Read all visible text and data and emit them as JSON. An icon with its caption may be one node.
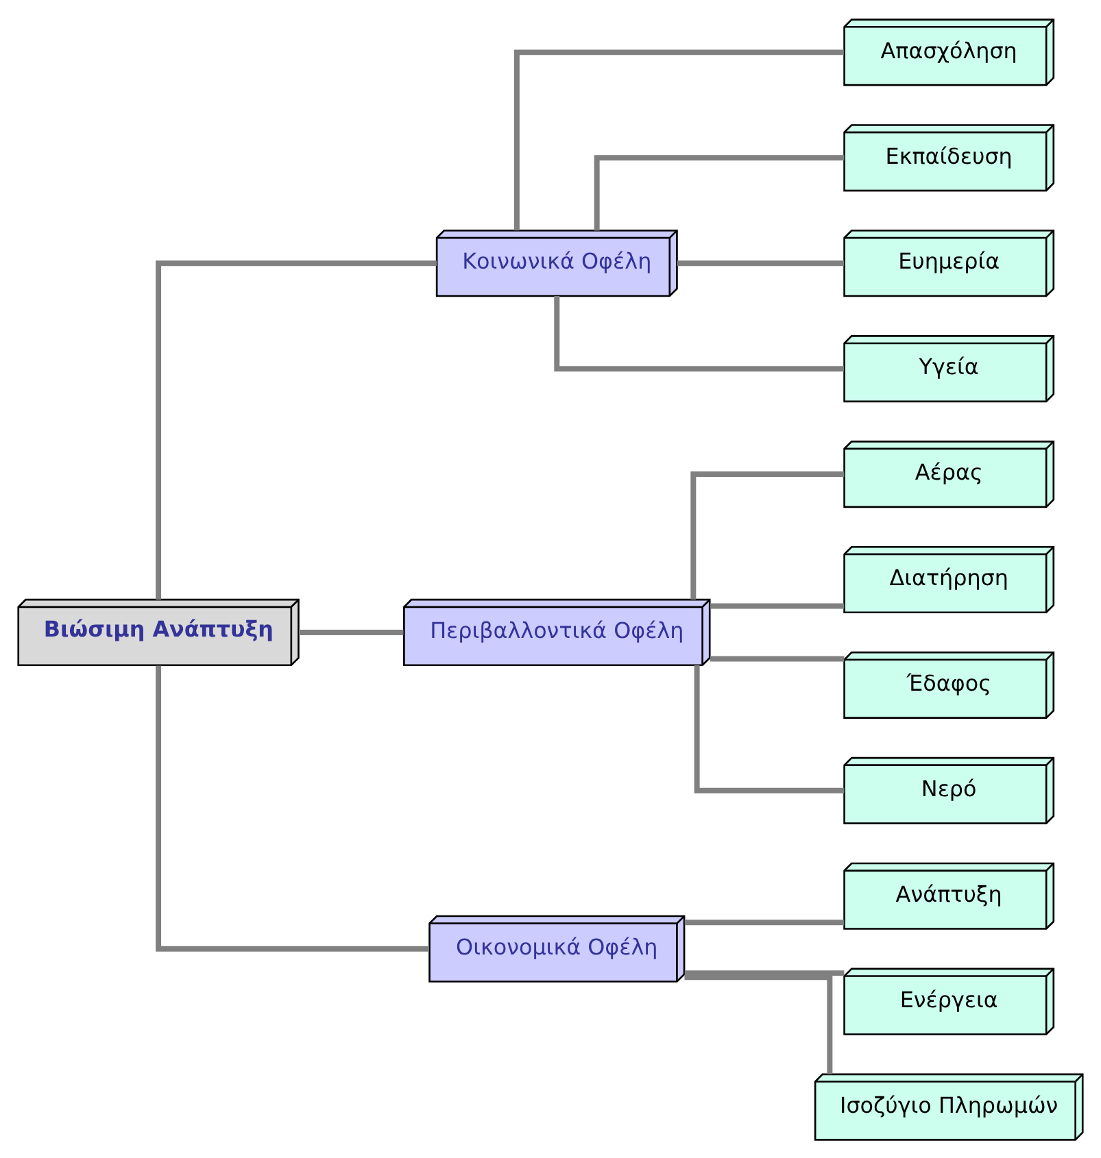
{
  "diagram": {
    "nodes": [
      {
        "text": [
          "Βιώσιμη Ανάπτυξη"
        ]
      },
      {
        "text": [
          "Κοινωνικά Οφέλη"
        ]
      },
      {
        "text": [
          "Απασχόληση"
        ]
      },
      {
        "text": [
          "Εκπαίδευση"
        ]
      },
      {
        "text": [
          "Ευημερία"
        ]
      },
      {
        "text": [
          "Υγεία"
        ]
      },
      {
        "text": [
          "Περιβαλλοντικά Οφέλη"
        ]
      },
      {
        "text": [
          "Αέρας"
        ]
      },
      {
        "text": [
          "Διατήρηση"
        ]
      },
      {
        "text": [
          "Έδαφος"
        ]
      },
      {
        "text": [
          "Νερό"
        ]
      },
      {
        "text": [
          "Οικονομικά Οφέλη"
        ]
      },
      {
        "text": [
          "Ανάπτυξη"
        ]
      },
      {
        "text": [
          "Ενέργεια"
        ]
      },
      {
        "text": [
          "Ισοζύγιο Πληρωμών"
        ]
      }
    ],
    "edges": [
      {
        "from": 0,
        "to": 1,
        "arrow": "none"
      },
      {
        "from": 0,
        "to": 6,
        "arrow": "none"
      },
      {
        "from": 0,
        "to": 11,
        "arrow": "none"
      },
      {
        "from": 1,
        "to": 2,
        "arrow": "none"
      },
      {
        "from": 1,
        "to": 3,
        "arrow": "none"
      },
      {
        "from": 1,
        "to": 4,
        "arrow": "none"
      },
      {
        "from": 1,
        "to": 5,
        "arrow": "none"
      },
      {
        "from": 6,
        "to": 7,
        "arrow": "none"
      },
      {
        "from": 6,
        "to": 8,
        "arrow": "none"
      },
      {
        "from": 6,
        "to": 9,
        "arrow": "none"
      },
      {
        "from": 6,
        "to": 10,
        "arrow": "none"
      },
      {
        "from": 11,
        "to": 12,
        "arrow": "none"
      },
      {
        "from": 11,
        "to": 13,
        "arrow": "none"
      },
      {
        "from": 11,
        "to": 14,
        "arrow": "none"
      }
    ]
  }
}
